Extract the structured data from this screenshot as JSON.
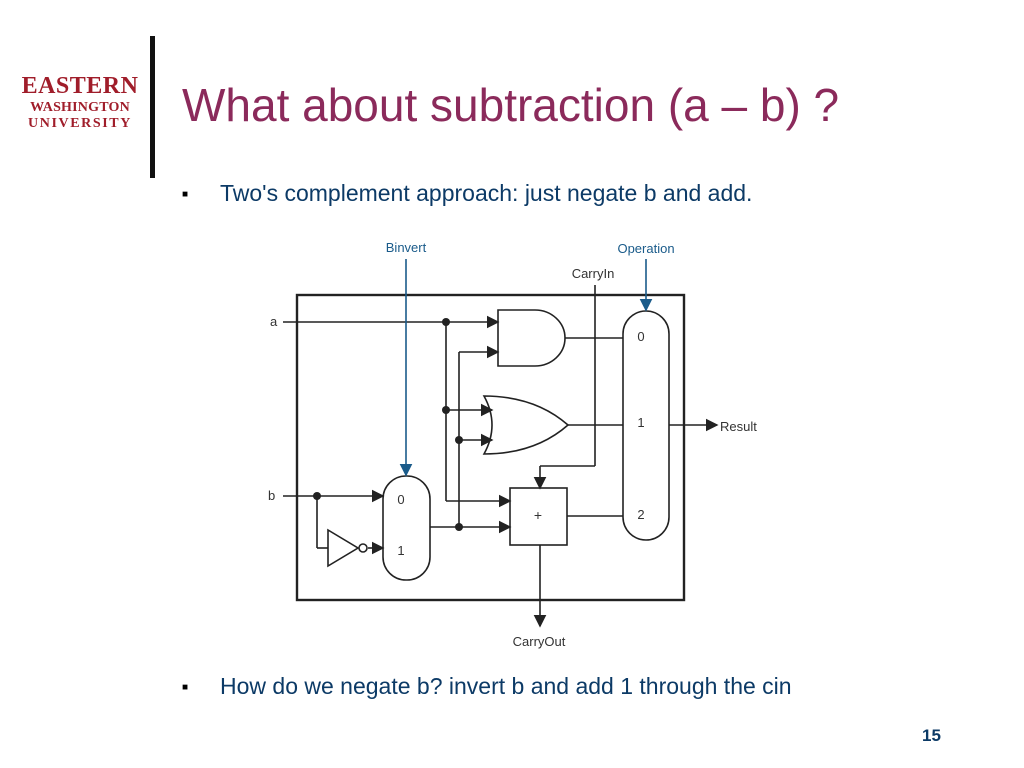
{
  "logo": {
    "line1": "EASTERN",
    "line2": "WASHINGTON",
    "line3": "UNIVERSITY"
  },
  "slide": {
    "title": "What about subtraction (a – b) ?",
    "bullet1": "Two's complement approach:  just negate b and add.",
    "bullet2": "How do we negate b? invert b and add 1 through the cin",
    "page_number": "15"
  },
  "diagram": {
    "input_a": "a",
    "input_b": "b",
    "binvert": "Binvert",
    "operation": "Operation",
    "carry_in": "CarryIn",
    "carry_out": "CarryOut",
    "result": "Result",
    "mux_left": [
      "0",
      "1"
    ],
    "mux_right": [
      "0",
      "1",
      "2"
    ],
    "adder": "+"
  },
  "colors": {
    "title": "#8b2a5b",
    "body_text": "#0c3a66",
    "logo": "#a01d2a",
    "control_line": "#1a5b8a"
  }
}
